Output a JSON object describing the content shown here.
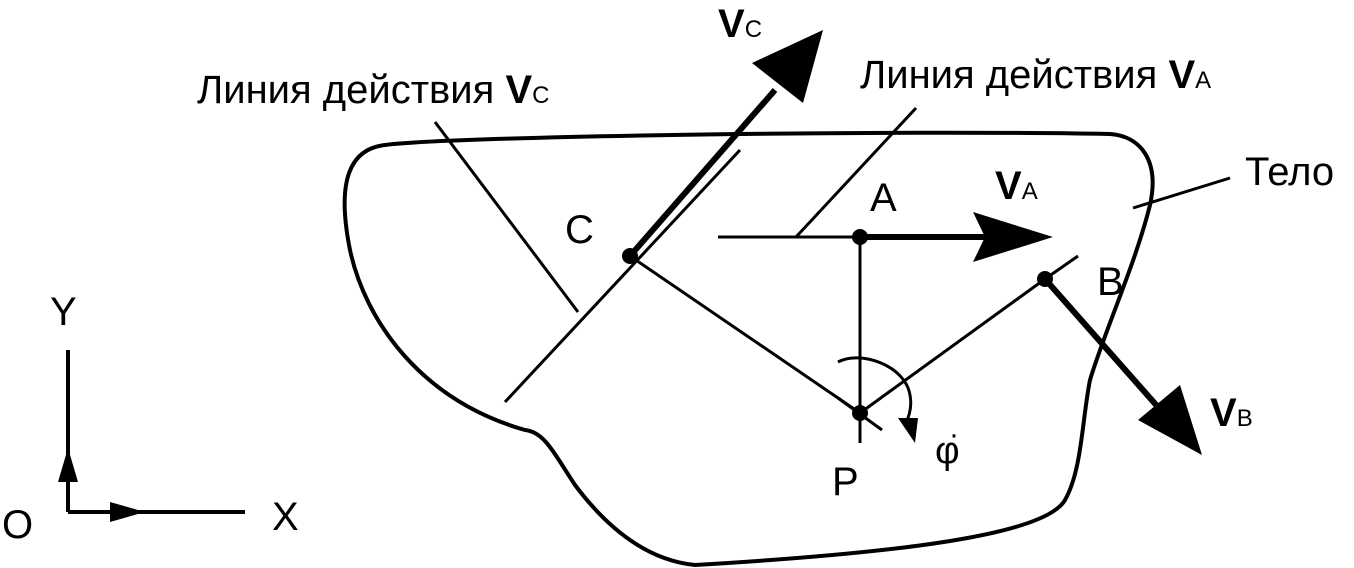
{
  "labels": {
    "line_c_text": "Линия действия",
    "line_c_vec": "V",
    "line_c_sub": "C",
    "line_a_text": "Линия действия",
    "line_a_vec": "V",
    "line_a_sub": "A",
    "vc_vec": "V",
    "vc_sub": "C",
    "va_vec": "V",
    "va_sub": "A",
    "vb_vec": "V",
    "vb_sub": "B",
    "body": "Тело",
    "point_a": "A",
    "point_b": "B",
    "point_c": "C",
    "point_p": "P",
    "phi": "φ",
    "origin": "O",
    "axis_x": "X",
    "axis_y": "Y"
  }
}
